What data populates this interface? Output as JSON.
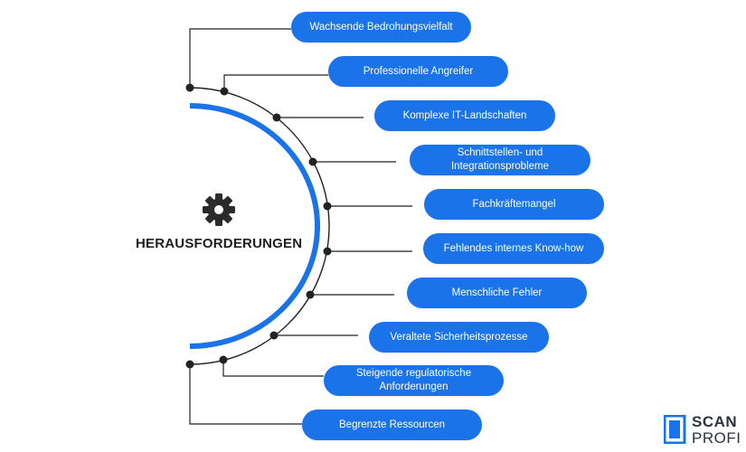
{
  "center": {
    "title": "HERAUSFORDERUNGEN",
    "icon": "gear-icon"
  },
  "items": [
    {
      "label": "Wachsende Bedrohungsvielfalt"
    },
    {
      "label": "Professionelle Angreifer"
    },
    {
      "label": "Komplexe IT-Landschaften"
    },
    {
      "label": "Schnittstellen- und Integrationsprobleme"
    },
    {
      "label": "Fachkräftemangel"
    },
    {
      "label": "Fehlendes internes Know-how"
    },
    {
      "label": "Menschliche Fehler"
    },
    {
      "label": "Veraltete Sicherheitsprozesse"
    },
    {
      "label": "Steigende regulatorische Anforderungen"
    },
    {
      "label": "Begrenzte Ressourcen"
    }
  ],
  "logo": {
    "line1": "SCAN",
    "line2": "PROFI"
  },
  "colors": {
    "accent": "#1a73e8",
    "line": "#222222",
    "dot": "#222222"
  }
}
